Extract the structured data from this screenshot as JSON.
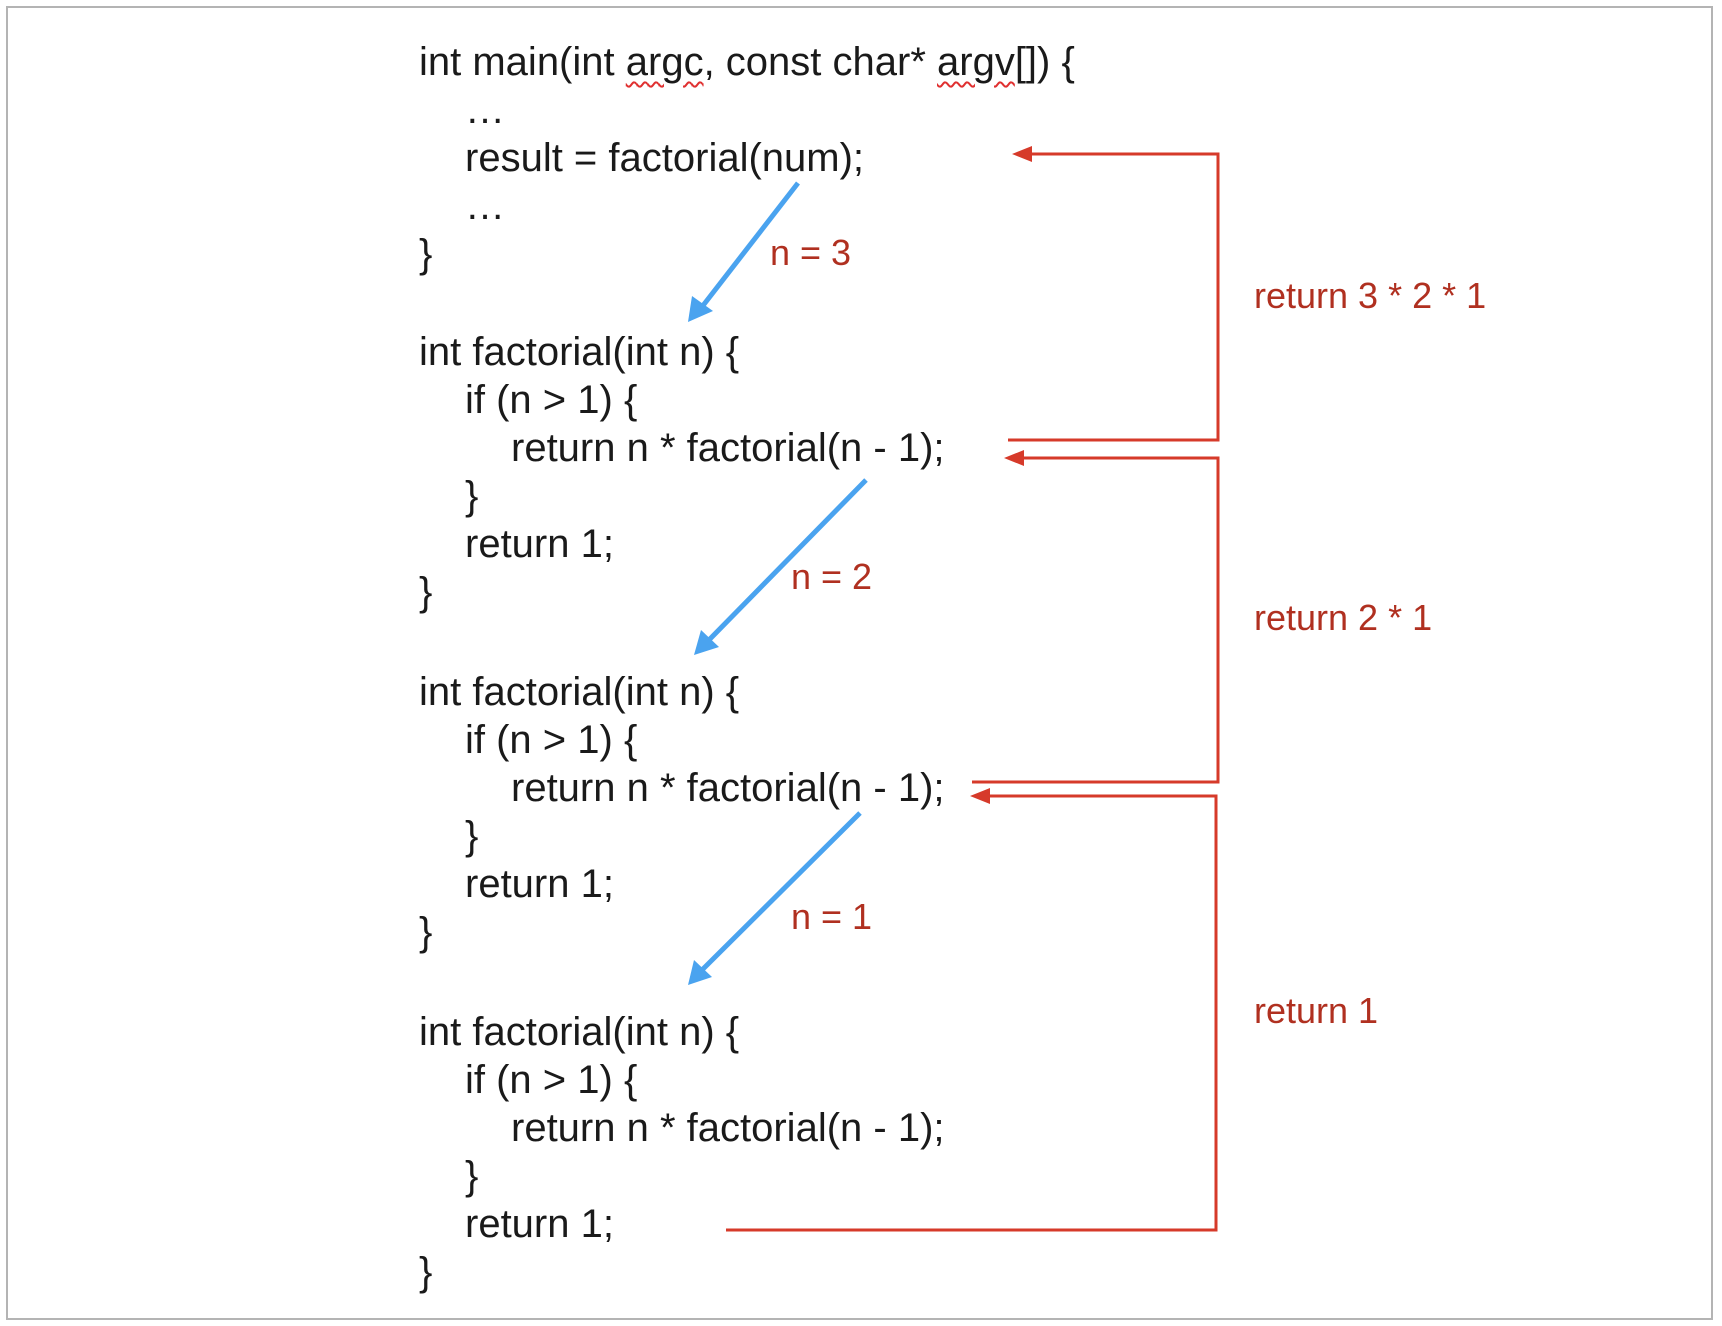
{
  "main": {
    "signature": {
      "pre": "int main(int ",
      "argc": "argc",
      "mid": ", const char* ",
      "argv": "argv",
      "post": "[]) {"
    },
    "lines": [
      "…",
      "result = factorial(num);",
      "…",
      "}"
    ]
  },
  "factorial_blocks": [
    {
      "lines": [
        "int factorial(int n) {",
        "if (n > 1) {",
        "return n * factorial(n - 1);",
        "}",
        "return 1;",
        "}"
      ]
    },
    {
      "lines": [
        "int factorial(int n) {",
        "if (n > 1) {",
        "return n * factorial(n - 1);",
        "}",
        "return 1;",
        "}"
      ]
    },
    {
      "lines": [
        "int factorial(int n) {",
        "if (n > 1) {",
        "return n * factorial(n - 1);",
        "}",
        "return 1;",
        "}"
      ]
    }
  ],
  "call_labels": [
    "n = 3",
    "n = 2",
    "n = 1"
  ],
  "return_labels": [
    "return 3 * 2 * 1",
    "return 2 * 1",
    "return 1"
  ],
  "colors": {
    "call_arrow": "#4aa3ef",
    "return_arrow": "#d63a2a",
    "label": "#b03020",
    "code": "#1a1a1a",
    "border": "#b4b4b4"
  }
}
